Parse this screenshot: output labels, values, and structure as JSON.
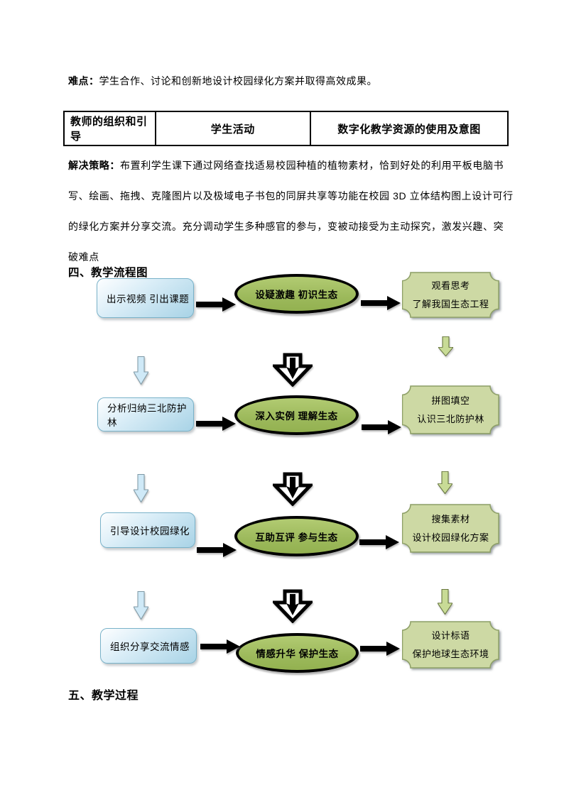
{
  "document": {
    "difficulty": {
      "label": "难点：",
      "text": "学生合作、讨论和创新地设计校园绿化方案并取得高效成果。"
    },
    "table": {
      "headers": [
        "教师的组织和引导",
        "学生活动",
        "数字化教学资源的使用及意图"
      ]
    },
    "strategy": {
      "label": "解决策略：",
      "lines": [
        "布置利学生课下通过网络查找适易校园种植的植物素材，恰到好处的利用平板电脑书",
        "写、绘画、拖拽、克隆图片以及极域电子书包的同屏共享等功能在校园 3D 立体结构图上设计可行",
        "的绿化方案并分享交流。充分调动学生多种感官的参与，变被动接受为主动探究，激发兴趣、突",
        "破难点"
      ]
    },
    "section4_heading": "四、教学流程图",
    "section5_heading": "五、教学过程",
    "flowchart": {
      "rows": [
        {
          "left": "出示视频 引出课题",
          "center": "设疑激趣 初识生态",
          "right": [
            "观看思考",
            "了解我国生态工程"
          ]
        },
        {
          "left": "分析归纳三北防护林",
          "center": "深入实例 理解生态",
          "right": [
            "拼图填空",
            "认识三北防护林"
          ]
        },
        {
          "left": "引导设计校园绿化",
          "center": "互助互评 参与生态",
          "right": [
            "搜集素材",
            "设计校园绿化方案"
          ]
        },
        {
          "left": "组织分享交流情感",
          "center": "情感升华 保护生态",
          "right": [
            "设计标语",
            "保护地球生态环境"
          ]
        }
      ]
    },
    "colors": {
      "process_box_blue": "#a8d3e6",
      "stage_ellipse_green": "#9cb95b",
      "resource_plaque_green": "#cdd9a4",
      "flow_arrow_black": "#000000",
      "down_arrow_blue": "#cfe9f7",
      "down_arrow_green": "#c8db96"
    }
  }
}
